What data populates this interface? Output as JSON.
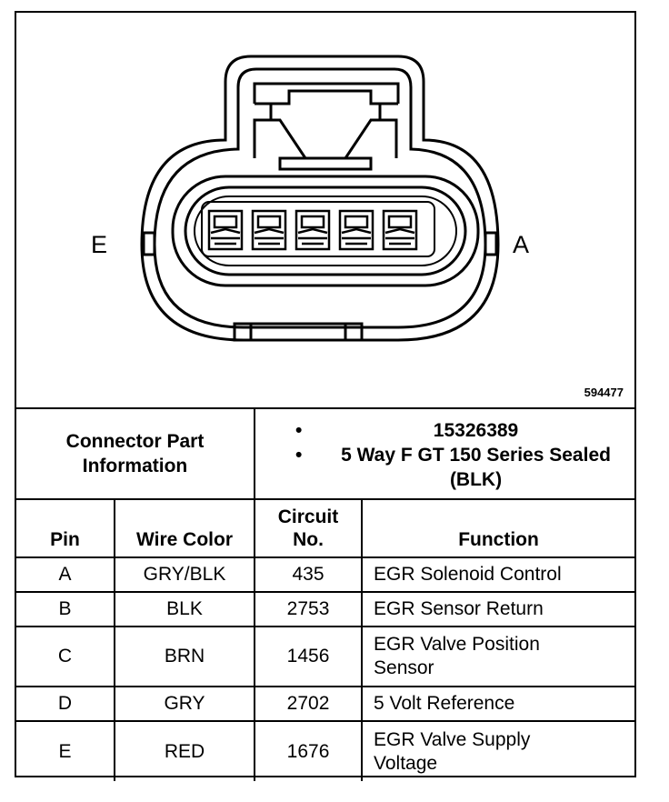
{
  "diagram": {
    "pin_left_label": "E",
    "pin_right_label": "A",
    "figure_number": "594477"
  },
  "connector_info": {
    "label": "Connector Part Information",
    "items": [
      "15326389",
      "5 Way F GT 150 Series Sealed (BLK)"
    ]
  },
  "table": {
    "headers": {
      "pin": "Pin",
      "wire_color": "Wire Color",
      "circuit_no": "Circuit No.",
      "function": "Function"
    },
    "rows": [
      {
        "pin": "A",
        "wire_color": "GRY/BLK",
        "circuit_no": "435",
        "function": "EGR Solenoid Control"
      },
      {
        "pin": "B",
        "wire_color": "BLK",
        "circuit_no": "2753",
        "function": "EGR Sensor Return"
      },
      {
        "pin": "C",
        "wire_color": "BRN",
        "circuit_no": "1456",
        "function": "EGR Valve Position Sensor"
      },
      {
        "pin": "D",
        "wire_color": "GRY",
        "circuit_no": "2702",
        "function": "5 Volt Reference"
      },
      {
        "pin": "E",
        "wire_color": "RED",
        "circuit_no": "1676",
        "function": "EGR Valve Supply Voltage"
      }
    ]
  }
}
